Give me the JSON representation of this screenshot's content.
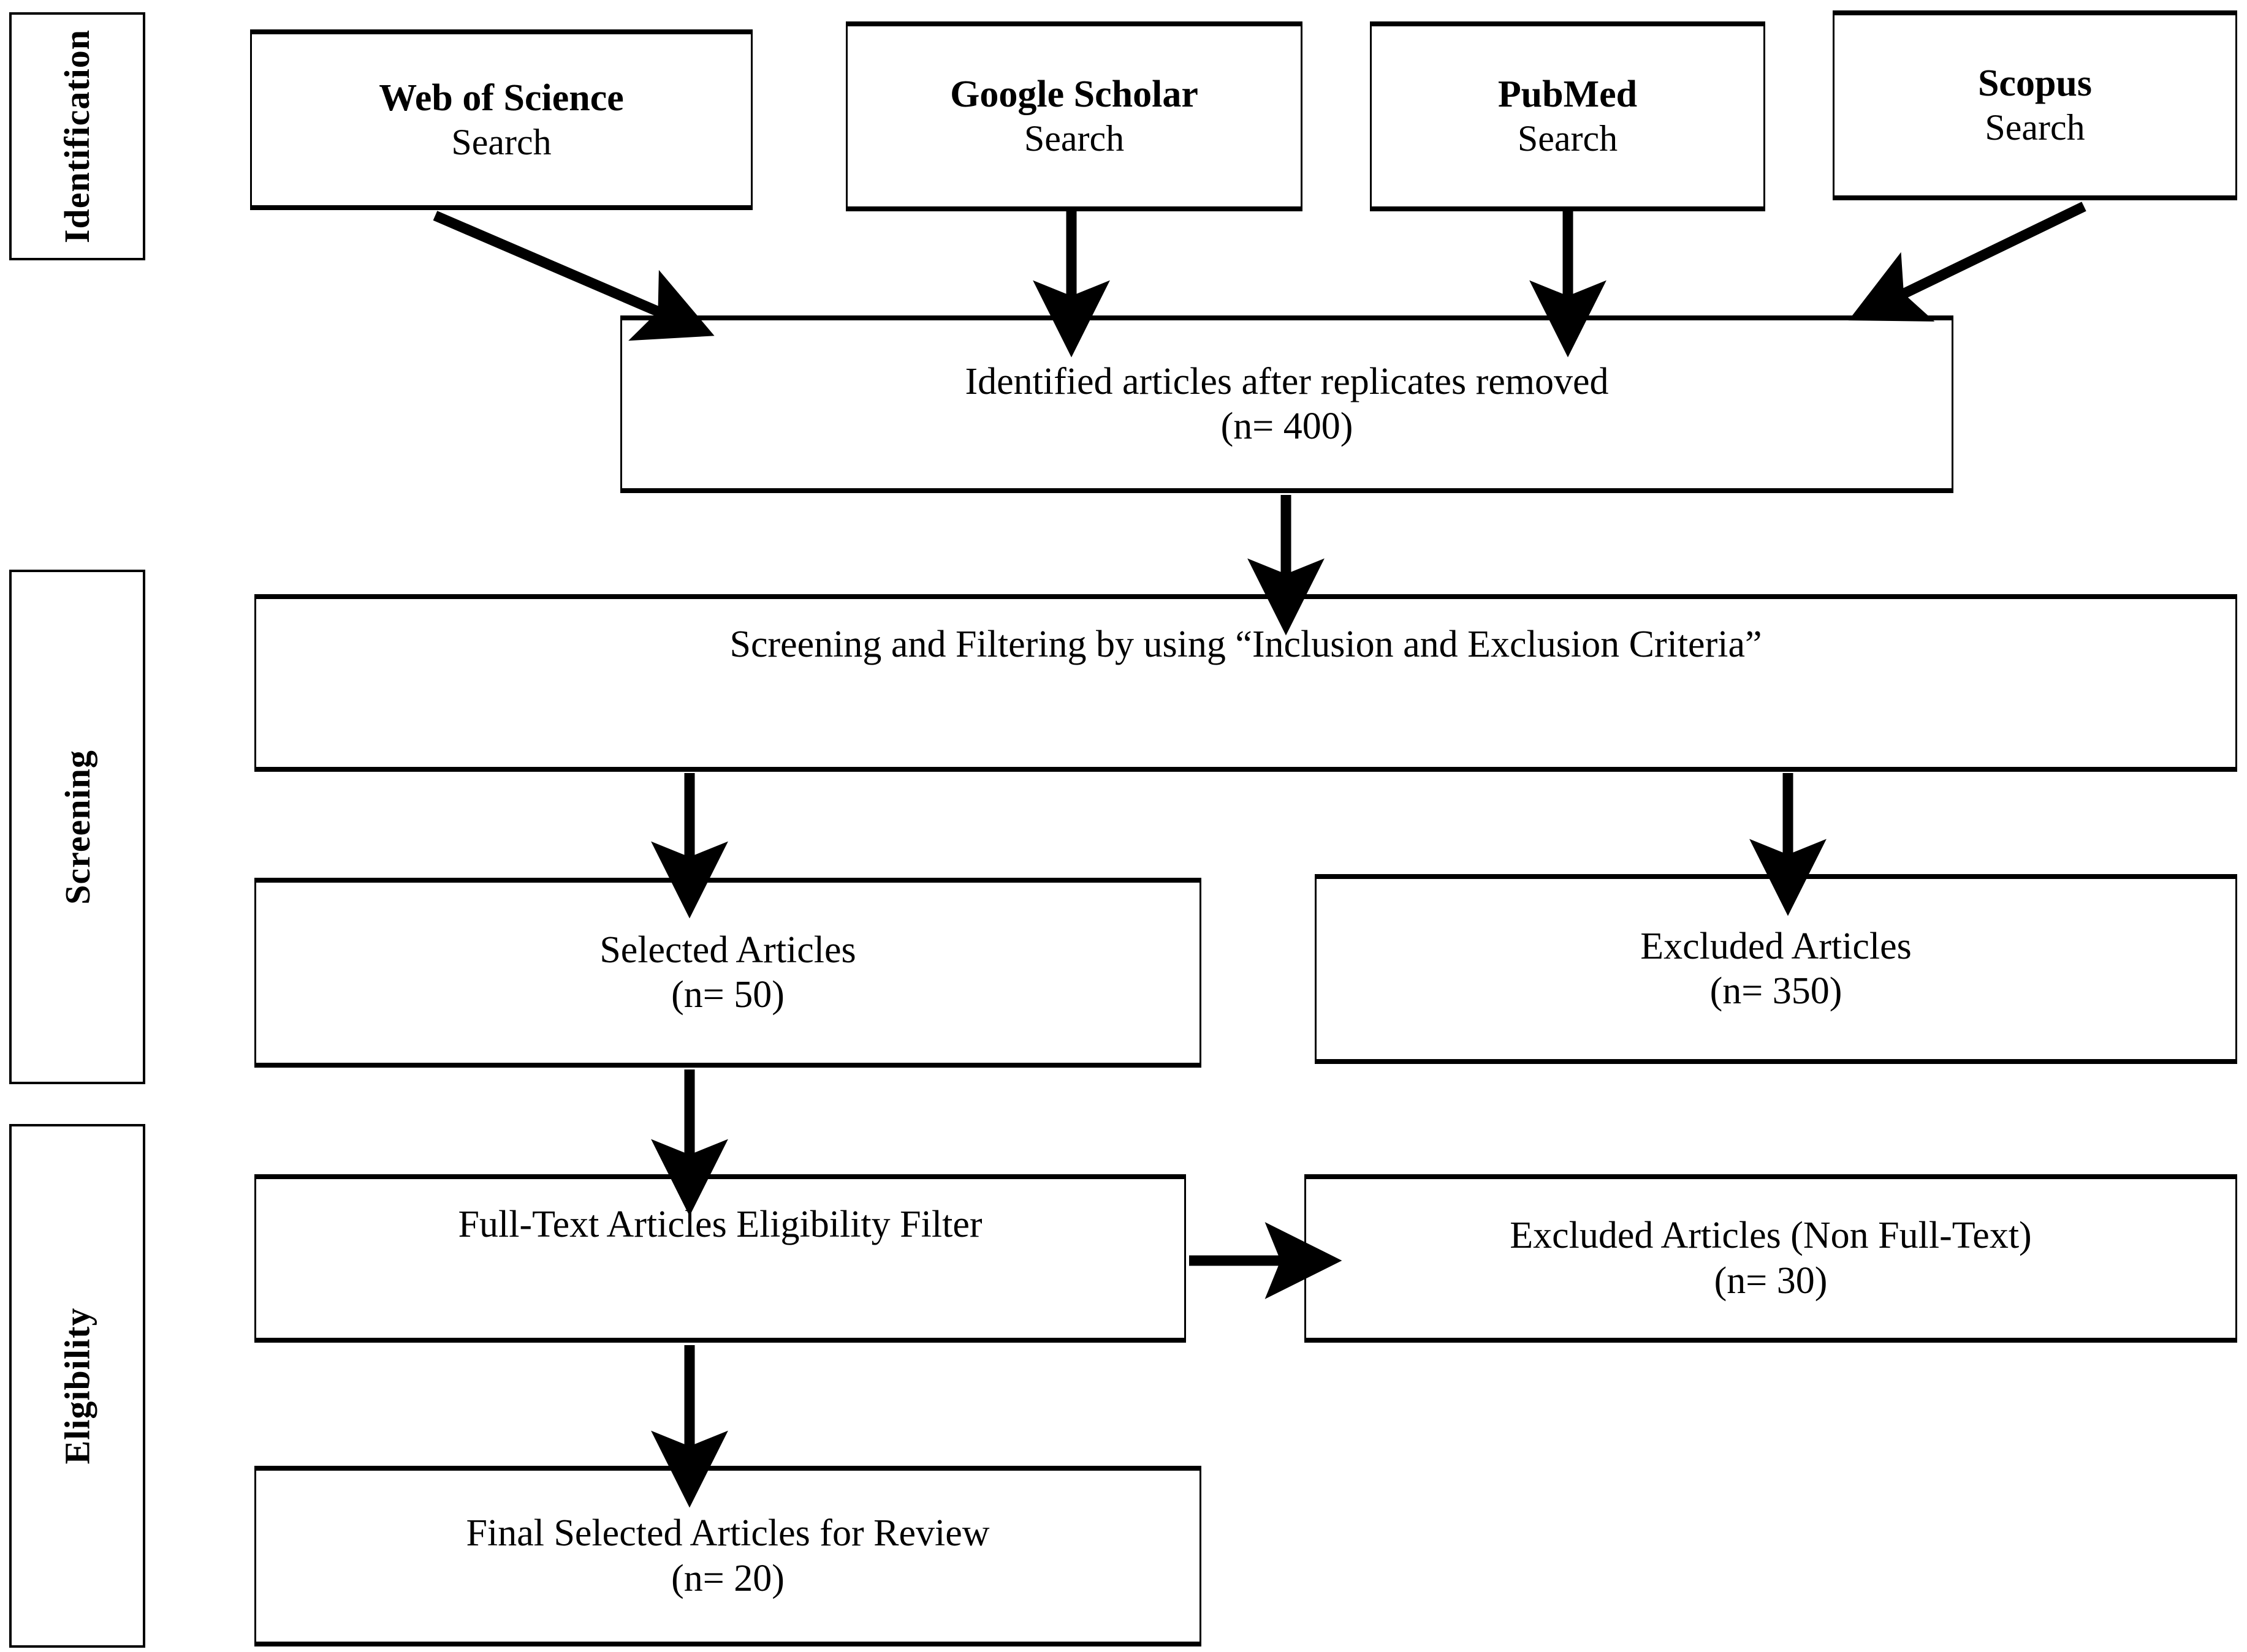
{
  "diagram": {
    "title": "PRISMA article selection flow diagram",
    "stages": [
      {
        "id": "identification",
        "label": "Identification"
      },
      {
        "id": "screening",
        "label": "Screening"
      },
      {
        "id": "eligibility",
        "label": "Eligibility"
      }
    ],
    "sources": [
      {
        "id": "web-of-science",
        "name": "Web of Science",
        "action": "Search"
      },
      {
        "id": "google-scholar",
        "name": "Google Scholar",
        "action": "Search"
      },
      {
        "id": "pubmed",
        "name": "PubMed",
        "action": "Search"
      },
      {
        "id": "scopus",
        "name": "Scopus",
        "action": "Search"
      }
    ],
    "nodes": {
      "identified": {
        "line1": "Identified articles after replicates removed",
        "line2": "(n= 400)",
        "count": 400
      },
      "screening_filter": {
        "line1": "Screening and Filtering by using “Inclusion and Exclusion Criteria”"
      },
      "selected": {
        "line1": "Selected Articles",
        "line2": "(n= 50)",
        "count": 50
      },
      "excluded": {
        "line1": "Excluded Articles",
        "line2": "(n= 350)",
        "count": 350
      },
      "fulltext_filter": {
        "line1": "Full-Text Articles Eligibility Filter"
      },
      "excluded_nonfulltext": {
        "line1": "Excluded Articles (Non Full-Text)",
        "line2": "(n= 30)",
        "count": 30
      },
      "final": {
        "line1": "Final Selected Articles for Review",
        "line2": "(n= 20)",
        "count": 20
      }
    },
    "colors": {
      "stroke": "#000000",
      "background": "#ffffff",
      "text": "#000000"
    }
  }
}
